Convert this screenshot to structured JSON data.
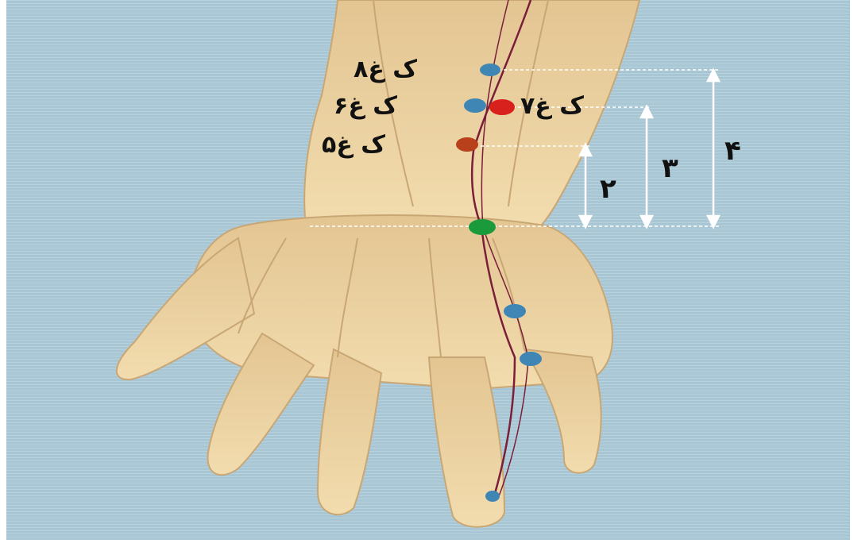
{
  "points": {
    "p8": {
      "label": "ک غ۸",
      "color": "#3f86b5"
    },
    "p6": {
      "label": "ک غ۶",
      "color": "#3f86b5"
    },
    "p7": {
      "label": "ک غ۷",
      "color": "#d8201c"
    },
    "p5": {
      "label": "ک غ۵",
      "color": "#b8401a"
    },
    "wrist": {
      "color": "#1a9a3a"
    },
    "hand_points_color": "#3f86b5"
  },
  "distances": {
    "d2": "۲",
    "d3": "۳",
    "d4": "۴"
  },
  "colors": {
    "background": "#a9c6d4",
    "meridian": "#7a1e3a",
    "skin": "#e9cf9b",
    "guide": "#ffffff"
  }
}
